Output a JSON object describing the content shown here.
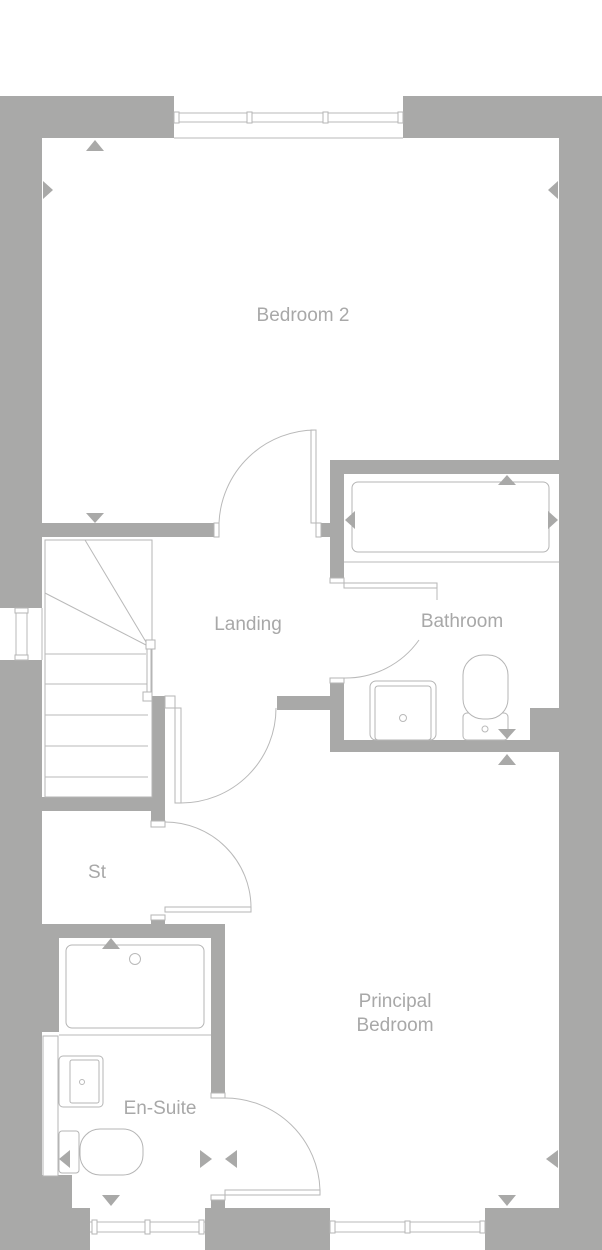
{
  "floorplan": {
    "colors": {
      "wall": "#a9a9a8",
      "line": "#b9b9b9",
      "label": "#a8a8a8",
      "background": "#ffffff"
    },
    "rooms": [
      {
        "id": "bedroom-2",
        "label": "Bedroom 2"
      },
      {
        "id": "landing",
        "label": "Landing"
      },
      {
        "id": "bathroom",
        "label": "Bathroom"
      },
      {
        "id": "storage",
        "label": "St"
      },
      {
        "id": "principal-bedroom",
        "label": "Principal\nBedroom",
        "line1": "Principal",
        "line2": "Bedroom"
      },
      {
        "id": "en-suite",
        "label": "En-Suite"
      }
    ],
    "icons": {
      "dimension_marker": "triangle-arrow-icon",
      "window": "window-icon",
      "door": "door-swing-icon",
      "bath": "bath-icon",
      "shower": "shower-tray-icon",
      "toilet": "toilet-icon",
      "basin": "basin-icon",
      "stairs": "stairs-icon"
    }
  }
}
